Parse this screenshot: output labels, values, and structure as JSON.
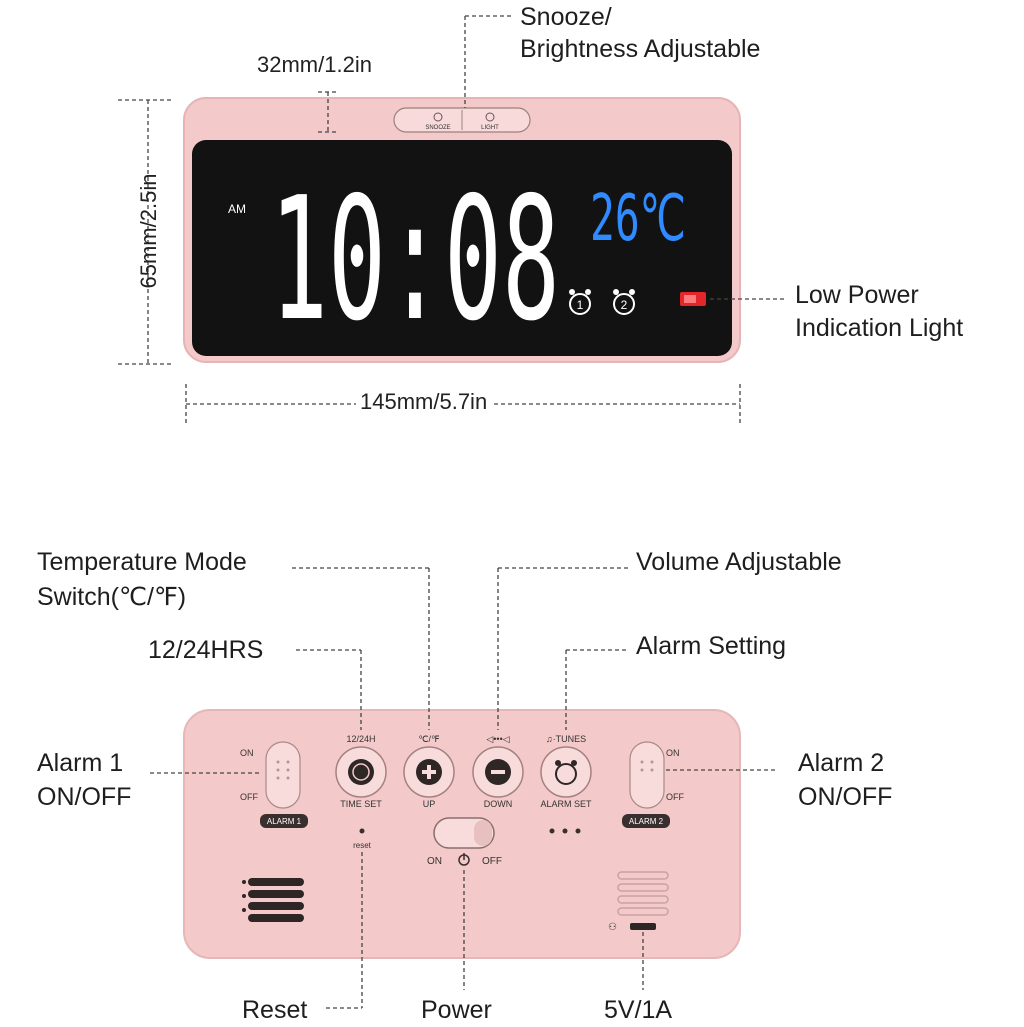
{
  "front": {
    "dim_button": "32mm/1.2in",
    "dim_height": "65mm/2.5in",
    "dim_width": "145mm/5.7in",
    "label_snooze_line1": "Snooze/",
    "label_snooze_line2": "Brightness Adjustable",
    "label_lowpower_line1": "Low Power",
    "label_lowpower_line2": "Indication Light",
    "display": {
      "ampm": "AM",
      "time": "10:08",
      "temperature": "26℃",
      "alarm_icons": [
        "1",
        "2"
      ],
      "button_snooze": "SNOOZE",
      "button_light": "LIGHT"
    },
    "colors": {
      "body": "#f4c9c9",
      "screen": "#121212",
      "digits": "#ffffff",
      "temp": "#2f8bff",
      "battery": "#e3262a"
    }
  },
  "back": {
    "label_temp_mode_line1": "Temperature Mode",
    "label_temp_mode_line2": "Switch(℃/℉)",
    "label_1224": "12/24HRS",
    "label_volume": "Volume Adjustable",
    "label_alarm_setting": "Alarm Setting",
    "label_alarm1_line1": "Alarm 1",
    "label_alarm1_line2": "ON/OFF",
    "label_alarm2_line1": "Alarm 2",
    "label_alarm2_line2": "ON/OFF",
    "label_reset": "Reset",
    "label_power": "Power",
    "label_usb": "5V/1A",
    "panel": {
      "btn_1224_top": "12/24H",
      "btn_1224_bottom": "TIME SET",
      "btn_up_top": "℃/℉",
      "btn_up_bottom": "UP",
      "btn_down_bottom": "DOWN",
      "btn_alarm_top": "♫·TUNES",
      "btn_alarm_bottom": "ALARM SET",
      "switch_on": "ON",
      "switch_off": "OFF",
      "alarm1_tag": "ALARM 1",
      "alarm2_tag": "ALARM 2",
      "reset_text": "reset",
      "power_on": "ON",
      "power_off": "OFF"
    }
  }
}
